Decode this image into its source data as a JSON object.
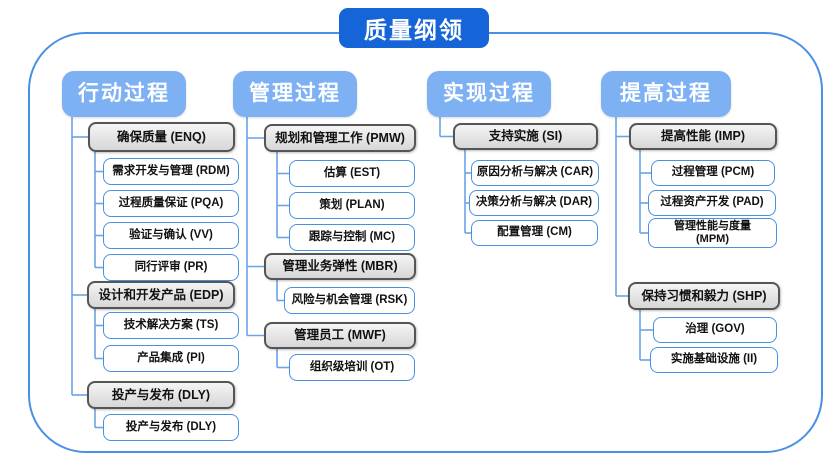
{
  "title": "质量纲领",
  "colors": {
    "title_bg": "#1565d8",
    "header_bg": "#7db1f3",
    "leaf_border": "#4a90e2",
    "gray_border": "#555555",
    "connector": "#6ba3e8",
    "frame_border": "#4a90e2"
  },
  "columns": [
    {
      "header": "行动过程",
      "groups": [
        {
          "label": "确保质量 (ENQ)",
          "children": [
            {
              "label": "需求开发与管理 (RDM)"
            },
            {
              "label": "过程质量保证 (PQA)"
            },
            {
              "label": "验证与确认 (VV)"
            },
            {
              "label": "同行评审 (PR)"
            }
          ]
        },
        {
          "label": "设计和开发产品 (EDP)",
          "children": [
            {
              "label": "技术解决方案 (TS)"
            },
            {
              "label": "产品集成 (PI)"
            }
          ]
        },
        {
          "label": "投产与发布 (DLY)",
          "children": [
            {
              "label": "投产与发布 (DLY)"
            }
          ]
        }
      ]
    },
    {
      "header": "管理过程",
      "groups": [
        {
          "label": "规划和管理工作 (PMW)",
          "children": [
            {
              "label": "估算 (EST)"
            },
            {
              "label": "策划 (PLAN)"
            },
            {
              "label": "跟踪与控制 (MC)"
            }
          ]
        },
        {
          "label": "管理业务弹性 (MBR)",
          "children": [
            {
              "label": "风险与机会管理 (RSK)"
            }
          ]
        },
        {
          "label": "管理员工 (MWF)",
          "children": [
            {
              "label": "组织级培训 (OT)"
            }
          ]
        }
      ]
    },
    {
      "header": "实现过程",
      "groups": [
        {
          "label": "支持实施 (SI)",
          "children": [
            {
              "label": "原因分析与解决 (CAR)"
            },
            {
              "label": "决策分析与解决 (DAR)"
            },
            {
              "label": "配置管理 (CM)"
            }
          ]
        }
      ]
    },
    {
      "header": "提高过程",
      "groups": [
        {
          "label": "提高性能 (IMP)",
          "children": [
            {
              "label": "过程管理 (PCM)"
            },
            {
              "label": "过程资产开发 (PAD)"
            },
            {
              "label": "管理性能与度量\n(MPM)"
            }
          ]
        },
        {
          "label": "保持习惯和毅力 (SHP)",
          "children": [
            {
              "label": "治理 (GOV)"
            },
            {
              "label": "实施基础设施 (II)"
            }
          ]
        }
      ]
    }
  ]
}
